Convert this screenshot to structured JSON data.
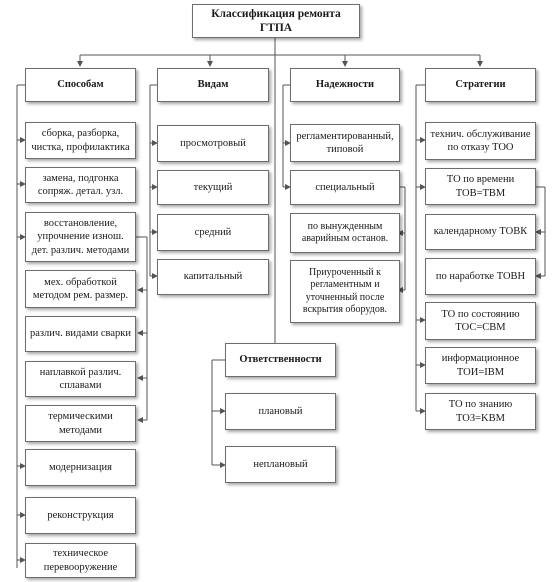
{
  "title": "Классификация ремонта ГТПА",
  "columns": {
    "sposobam": {
      "header": "Способам",
      "items": [
        "сборка, разборка, чистка, профилактика",
        "замена, подгонка сопряж. детал. узл.",
        "восстановление, упрочнение изнош. дет. различ. методами",
        "модернизация",
        "реконструкция",
        "техническое перевооружение"
      ],
      "sub_items": [
        "мех. обработкой методом рем. размер.",
        "различ. видами сварки",
        "наплавкой различ. сплавами",
        "термическими методами"
      ]
    },
    "vidam": {
      "header": "Видам",
      "items": [
        "просмотровый",
        "текущий",
        "средний",
        "капитальный"
      ]
    },
    "nadezhnosti": {
      "header": "Надежности",
      "items": [
        "регламентированный, типовой",
        "специальный"
      ],
      "sub_items": [
        "по вынужденным аварийным останов.",
        "Приуроченный к регламентным и уточненный после вскрытия оборудов."
      ]
    },
    "strategii": {
      "header": "Стратегии",
      "items": [
        "технич. обслуживание по отказу ТОО",
        "ТО по времени ТОВ=ТВМ",
        "ТО по состоянию ТОС=СВМ",
        "информационное ТОИ=IВМ",
        "ТО по знанию ТОЗ=KВМ"
      ],
      "sub_items": [
        "календарному ТОВК",
        "по наработке ТОВН"
      ]
    },
    "otvetstvennosti": {
      "header": "Ответственности",
      "items": [
        "плановый",
        "неплановый"
      ]
    }
  },
  "colors": {
    "border": "#6d6d6d",
    "line": "#555555",
    "text": "#1a1a1a"
  }
}
